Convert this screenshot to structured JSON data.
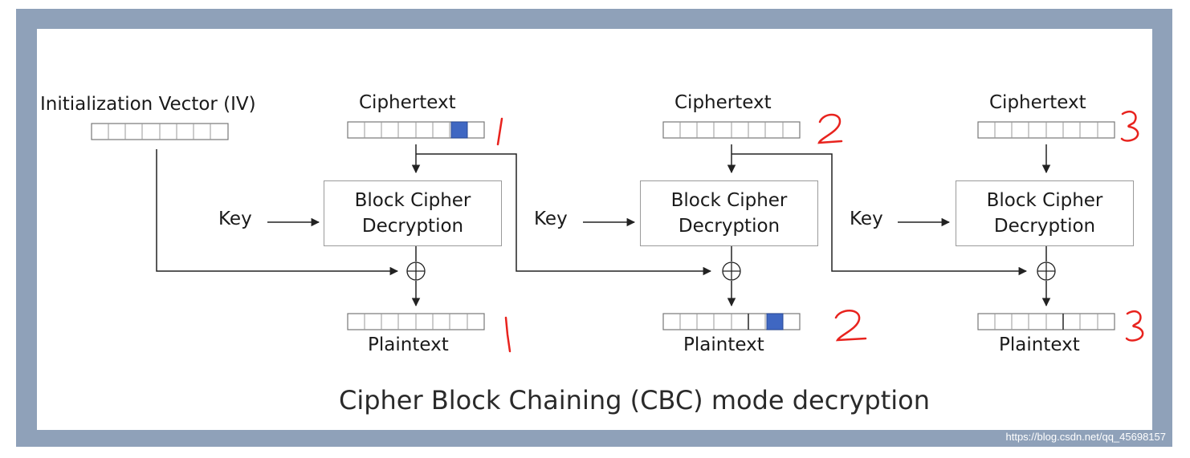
{
  "diagram": {
    "iv_label": "Initialization Vector (IV)",
    "stages": [
      {
        "ciphertext_label": "Ciphertext",
        "block_line1": "Block Cipher",
        "block_line2": "Decryption",
        "key_label": "Key",
        "plaintext_label": "Plaintext",
        "ann_cipher": "1",
        "ann_plain": "1"
      },
      {
        "ciphertext_label": "Ciphertext",
        "block_line1": "Block Cipher",
        "block_line2": "Decryption",
        "key_label": "Key",
        "plaintext_label": "Plaintext",
        "ann_cipher": "2",
        "ann_plain": "2"
      },
      {
        "ciphertext_label": "Ciphertext",
        "block_line1": "Block Cipher",
        "block_line2": "Decryption",
        "key_label": "Key",
        "plaintext_label": "Plaintext",
        "ann_cipher": "3",
        "ann_plain": "3"
      }
    ],
    "title": "Cipher Block Chaining (CBC) mode decryption",
    "watermark": "https://blog.csdn.net/qq_45698157"
  },
  "colors": {
    "frame": "#8fa1b9",
    "highlight": "#3f67c2",
    "annotation": "#e8231e",
    "line": "#222222"
  }
}
